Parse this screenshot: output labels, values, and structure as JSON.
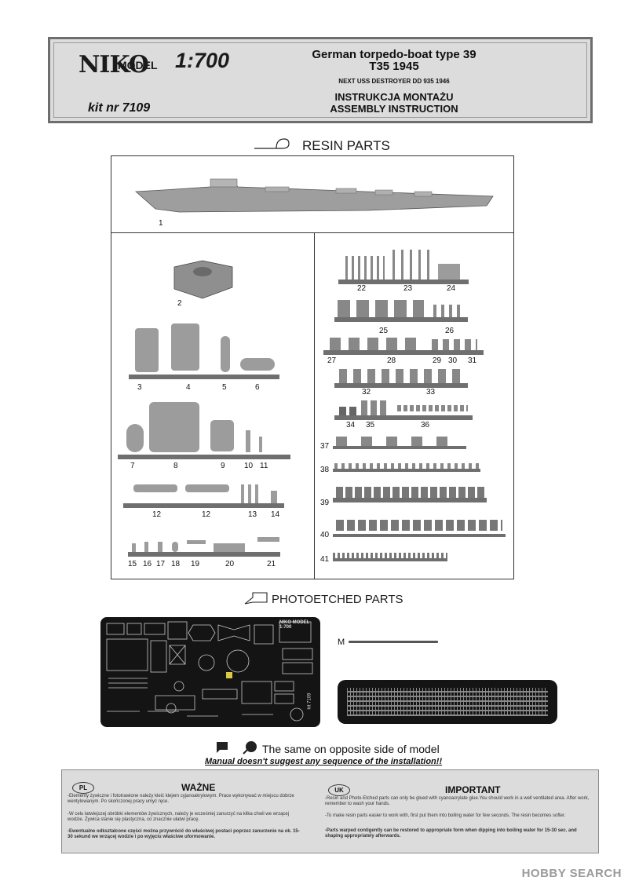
{
  "header": {
    "logo_nik": "NIKO",
    "logo_model": "MODEL",
    "scale": "1:700",
    "kit_number": "kit nr 7109",
    "title_line1": "German torpedo-boat type 39",
    "title_line2": "T35 1945",
    "subtitle": "NEXT USS DESTROYER DD 935  1946",
    "instr_pl": "INSTRUKCJA MONTAŻU",
    "instr_en": "ASSEMBLY INSTRUCTION"
  },
  "resin_section": {
    "title": "RESIN PARTS"
  },
  "photoetched_section": {
    "title": "PHOTOETCHED PARTS",
    "m_label": "M"
  },
  "pe_sheet": {
    "logo": "NIKO MODEL 1:700",
    "kit": "kit 7109"
  },
  "part_numbers": {
    "p1": "1",
    "p2": "2",
    "p3": "3",
    "p4": "4",
    "p5": "5",
    "p6": "6",
    "p7": "7",
    "p8": "8",
    "p9": "9",
    "p10": "10",
    "p11": "11",
    "p12a": "12",
    "p12b": "12",
    "p13": "13",
    "p14": "14",
    "p15": "15",
    "p16": "16",
    "p17": "17",
    "p18": "18",
    "p19": "19",
    "p20": "20",
    "p21": "21",
    "p22": "22",
    "p23": "23",
    "p24": "24",
    "p25": "25",
    "p26": "26",
    "p27": "27",
    "p28": "28",
    "p29": "29",
    "p30": "30",
    "p31": "31",
    "p32": "32",
    "p33": "33",
    "p34": "34",
    "p35": "35",
    "p36": "36",
    "p37": "37",
    "p38": "38",
    "p39": "39",
    "p40": "40",
    "p41": "41"
  },
  "legend": {
    "text": "The same on opposite side of model",
    "note": "Manual doesn't suggest any sequence of the installation!!"
  },
  "notes": {
    "pl_badge": "PL",
    "pl_title": "WAŻNE",
    "pl_p1": "-Elementy żywiczne i fototrawione należy kleić klejem cyjanoakrylowym. Prace wykonywać w miejscu dobrze wentylowanym. Po skończonej pracy umyć ręce.",
    "pl_p2": "-W celu łatwiejszej obróbki elementów żywicznych, należy je wcześniej zanurzyć na kilka chwil we wrzącej wodzie. Żywica stanie się plastyczna, co znacznie ułatwi pracę.",
    "pl_p3": "-Ewentualne odkształcone części można przywrócić do właściwej postaci poprzez zanurzenie na ok. 15-30 sekund we wrzącej wodzie i po wyjęciu właściwe uformowanie.",
    "uk_badge": "UK",
    "uk_title": "IMPORTANT",
    "uk_p1": "-Resin and Photo-Etched parts can only be glued with cyanoacrylate glue.You should work in a well ventilated area. After work, remember to wash your hands.",
    "uk_p2": "-To make resin parts easier to work with, first put them into boiling water for  few seconds. The resin becomes softer.",
    "uk_p3": "-Parts warped contigently can be  restored to appropriate form when dipping into boiling water  for 15-30 sec. and shaping appropriately afterwards."
  },
  "watermark": "HOBBY SEARCH"
}
